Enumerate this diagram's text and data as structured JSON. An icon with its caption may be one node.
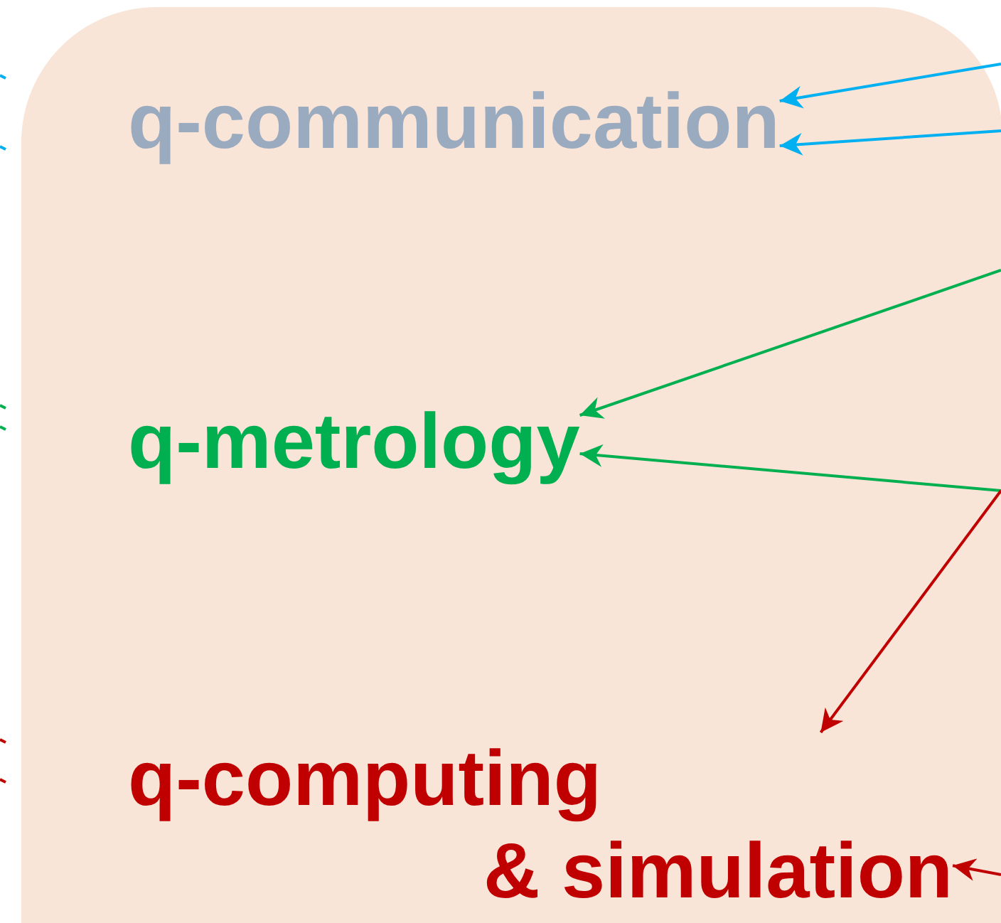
{
  "diagram": {
    "nodes": [
      {
        "text": [],
        "shape": "box"
      },
      {
        "text": [
          "q-communication"
        ],
        "in": 0
      },
      {
        "text": [
          "q-metrology"
        ],
        "in": 0
      },
      {
        "text": [
          "q-computing & simulation"
        ],
        "in": 0
      }
    ],
    "edges": [
      {
        "from": null,
        "to": 1,
        "arrow": "to",
        "color": "#00b0f0"
      },
      {
        "from": null,
        "to": 1,
        "arrow": "to",
        "color": "#00b0f0"
      },
      {
        "from": null,
        "to": 2,
        "arrow": "to",
        "color": "#00b050"
      },
      {
        "from": null,
        "to": 2,
        "arrow": "to",
        "color": "#00b050"
      },
      {
        "from": null,
        "to": 3,
        "arrow": "to",
        "color": "#c00000"
      },
      {
        "from": null,
        "to": 3,
        "arrow": "to",
        "color": "#c00000"
      }
    ]
  }
}
